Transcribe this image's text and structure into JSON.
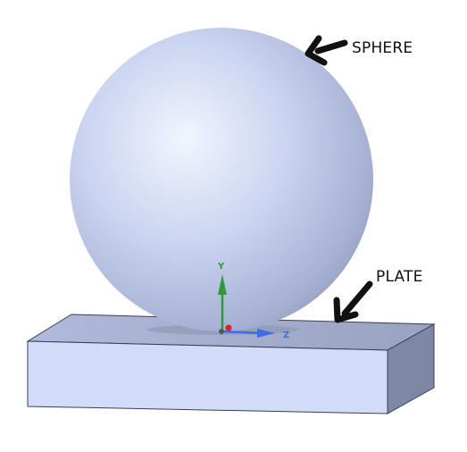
{
  "labels": {
    "sphere": "SPHERE",
    "plate": "PLATE"
  },
  "triad": {
    "y_axis": "Y",
    "z_axis": "Z"
  },
  "colors": {
    "sphere_light": "#f2f5fd",
    "sphere_mid": "#bfcaec",
    "sphere_dark": "#8e98b8",
    "plate_top": "#a9b1d0",
    "plate_front": "#d2dbf7",
    "plate_side": "#7e87a4",
    "edge": "#3a3f55",
    "y_axis": "#2f9a3a",
    "z_axis": "#3a6ee8",
    "origin_marker": "#e02020"
  },
  "icons": {
    "sphere_pointer": "black-arrow-icon",
    "plate_pointer": "black-arrow-icon"
  }
}
